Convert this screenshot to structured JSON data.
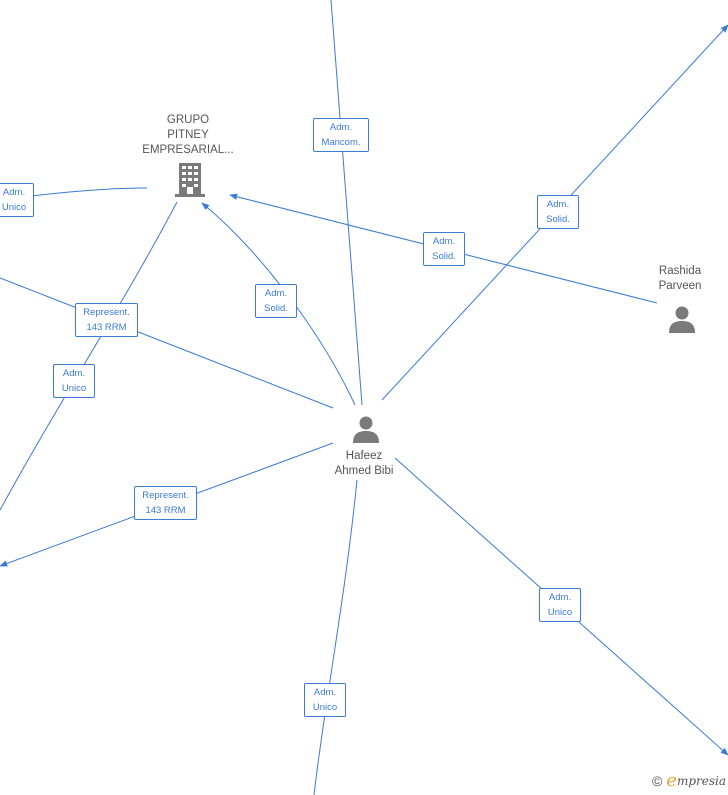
{
  "nodes": {
    "company": {
      "lines": [
        "GRUPO",
        "PITNEY",
        "EMPRESARIAL..."
      ],
      "icon": "building-icon"
    },
    "rashida": {
      "lines": [
        "Rashida",
        "Parveen"
      ],
      "icon": "person-icon"
    },
    "hafeez": {
      "lines": [
        "Hafeez",
        "Ahmed Bibi"
      ],
      "icon": "person-icon"
    }
  },
  "labels": [
    {
      "id": "adm-mancom-top",
      "lines": [
        "Adm.",
        "Mancom."
      ]
    },
    {
      "id": "adm-unico-left-top",
      "lines": [
        "Adm.",
        "Unico"
      ]
    },
    {
      "id": "adm-solid-right-top",
      "lines": [
        "Adm.",
        "Solid."
      ]
    },
    {
      "id": "adm-solid-rashida",
      "lines": [
        "Adm.",
        "Solid."
      ]
    },
    {
      "id": "adm-solid-company",
      "lines": [
        "Adm.",
        "Solid."
      ]
    },
    {
      "id": "represent-upper",
      "lines": [
        "Represent.",
        "143 RRM"
      ]
    },
    {
      "id": "adm-unico-left-mid",
      "lines": [
        "Adm.",
        "Unico"
      ]
    },
    {
      "id": "represent-lower",
      "lines": [
        "Represent.",
        "143 RRM"
      ]
    },
    {
      "id": "adm-unico-right-bottom",
      "lines": [
        "Adm.",
        "Unico"
      ]
    },
    {
      "id": "adm-unico-bottom",
      "lines": [
        "Adm.",
        "Unico"
      ]
    }
  ],
  "colors": {
    "edge": "#3a7bd5",
    "node_icon": "#7a7a7a",
    "node_text": "#555555",
    "brand_accent": "#e8a33c"
  },
  "brand": {
    "copyright": "©",
    "initial": "e",
    "rest": "mpresia"
  }
}
